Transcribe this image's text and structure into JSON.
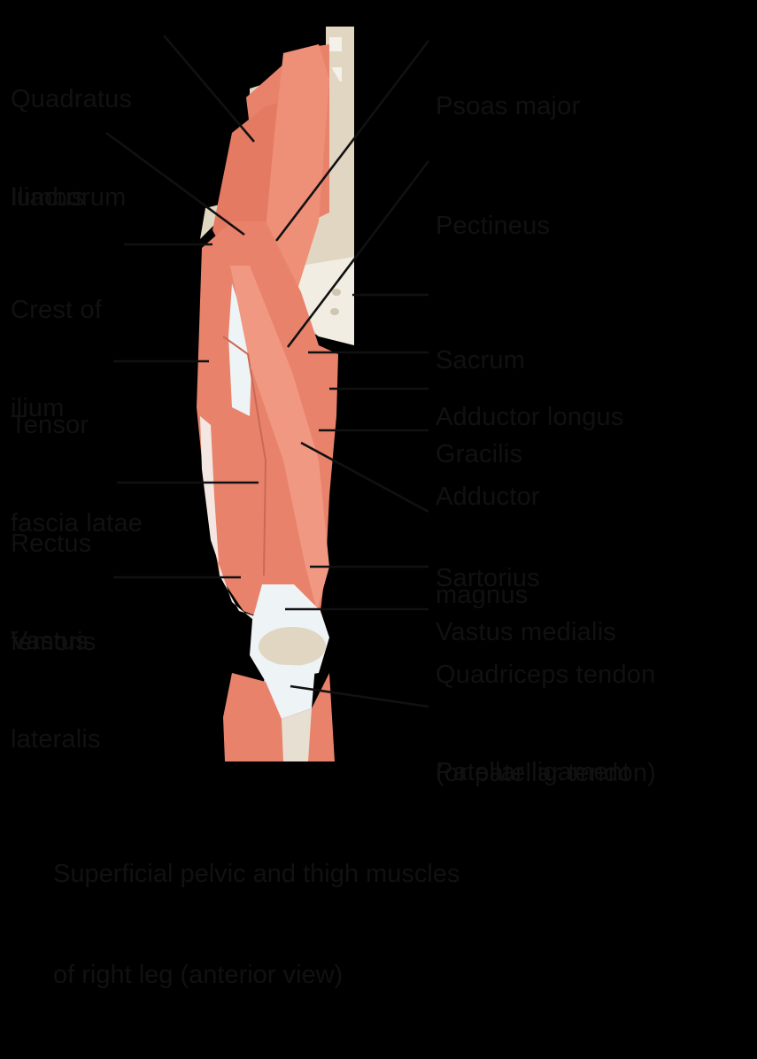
{
  "figure": {
    "caption_line1": "Superficial pelvic and thigh muscles",
    "caption_line2": "of right leg (anterior view)",
    "background_color": "#000000",
    "muscle_color": "#e8826b",
    "tendon_color": "#eef3f5",
    "bone_color": "#e0d6c2"
  },
  "labels": {
    "quadratus_lumborum": {
      "line1": "Quadratus",
      "line2": "lumborum"
    },
    "iliacus": {
      "line1": "Iliacus"
    },
    "crest_of_ilium": {
      "line1": "Crest of",
      "line2": "ilium"
    },
    "tensor_fascia_latae": {
      "line1": "Tensor",
      "line2": "fascia latae"
    },
    "rectus_femoris": {
      "line1": "Rectus",
      "line2": "femoris"
    },
    "vastus_lateralis": {
      "line1": "Vastus",
      "line2": "lateralis"
    },
    "psoas_major": {
      "line1": "Psoas major"
    },
    "pectineus": {
      "line1": "Pectineus"
    },
    "sacrum": {
      "line1": "Sacrum"
    },
    "adductor_longus": {
      "line1": "Adductor longus"
    },
    "gracilis": {
      "line1": "Gracilis"
    },
    "adductor_magnus": {
      "line1": "Adductor",
      "line2": "magnus"
    },
    "sartorius": {
      "line1": "Sartorius"
    },
    "vastus_medialis": {
      "line1": "Vastus medialis"
    },
    "quadriceps_tendon": {
      "line1": "Quadriceps tendon",
      "line2": "(or patellar tendon)"
    },
    "patellar_ligament": {
      "line1": "Patellar ligament"
    }
  }
}
